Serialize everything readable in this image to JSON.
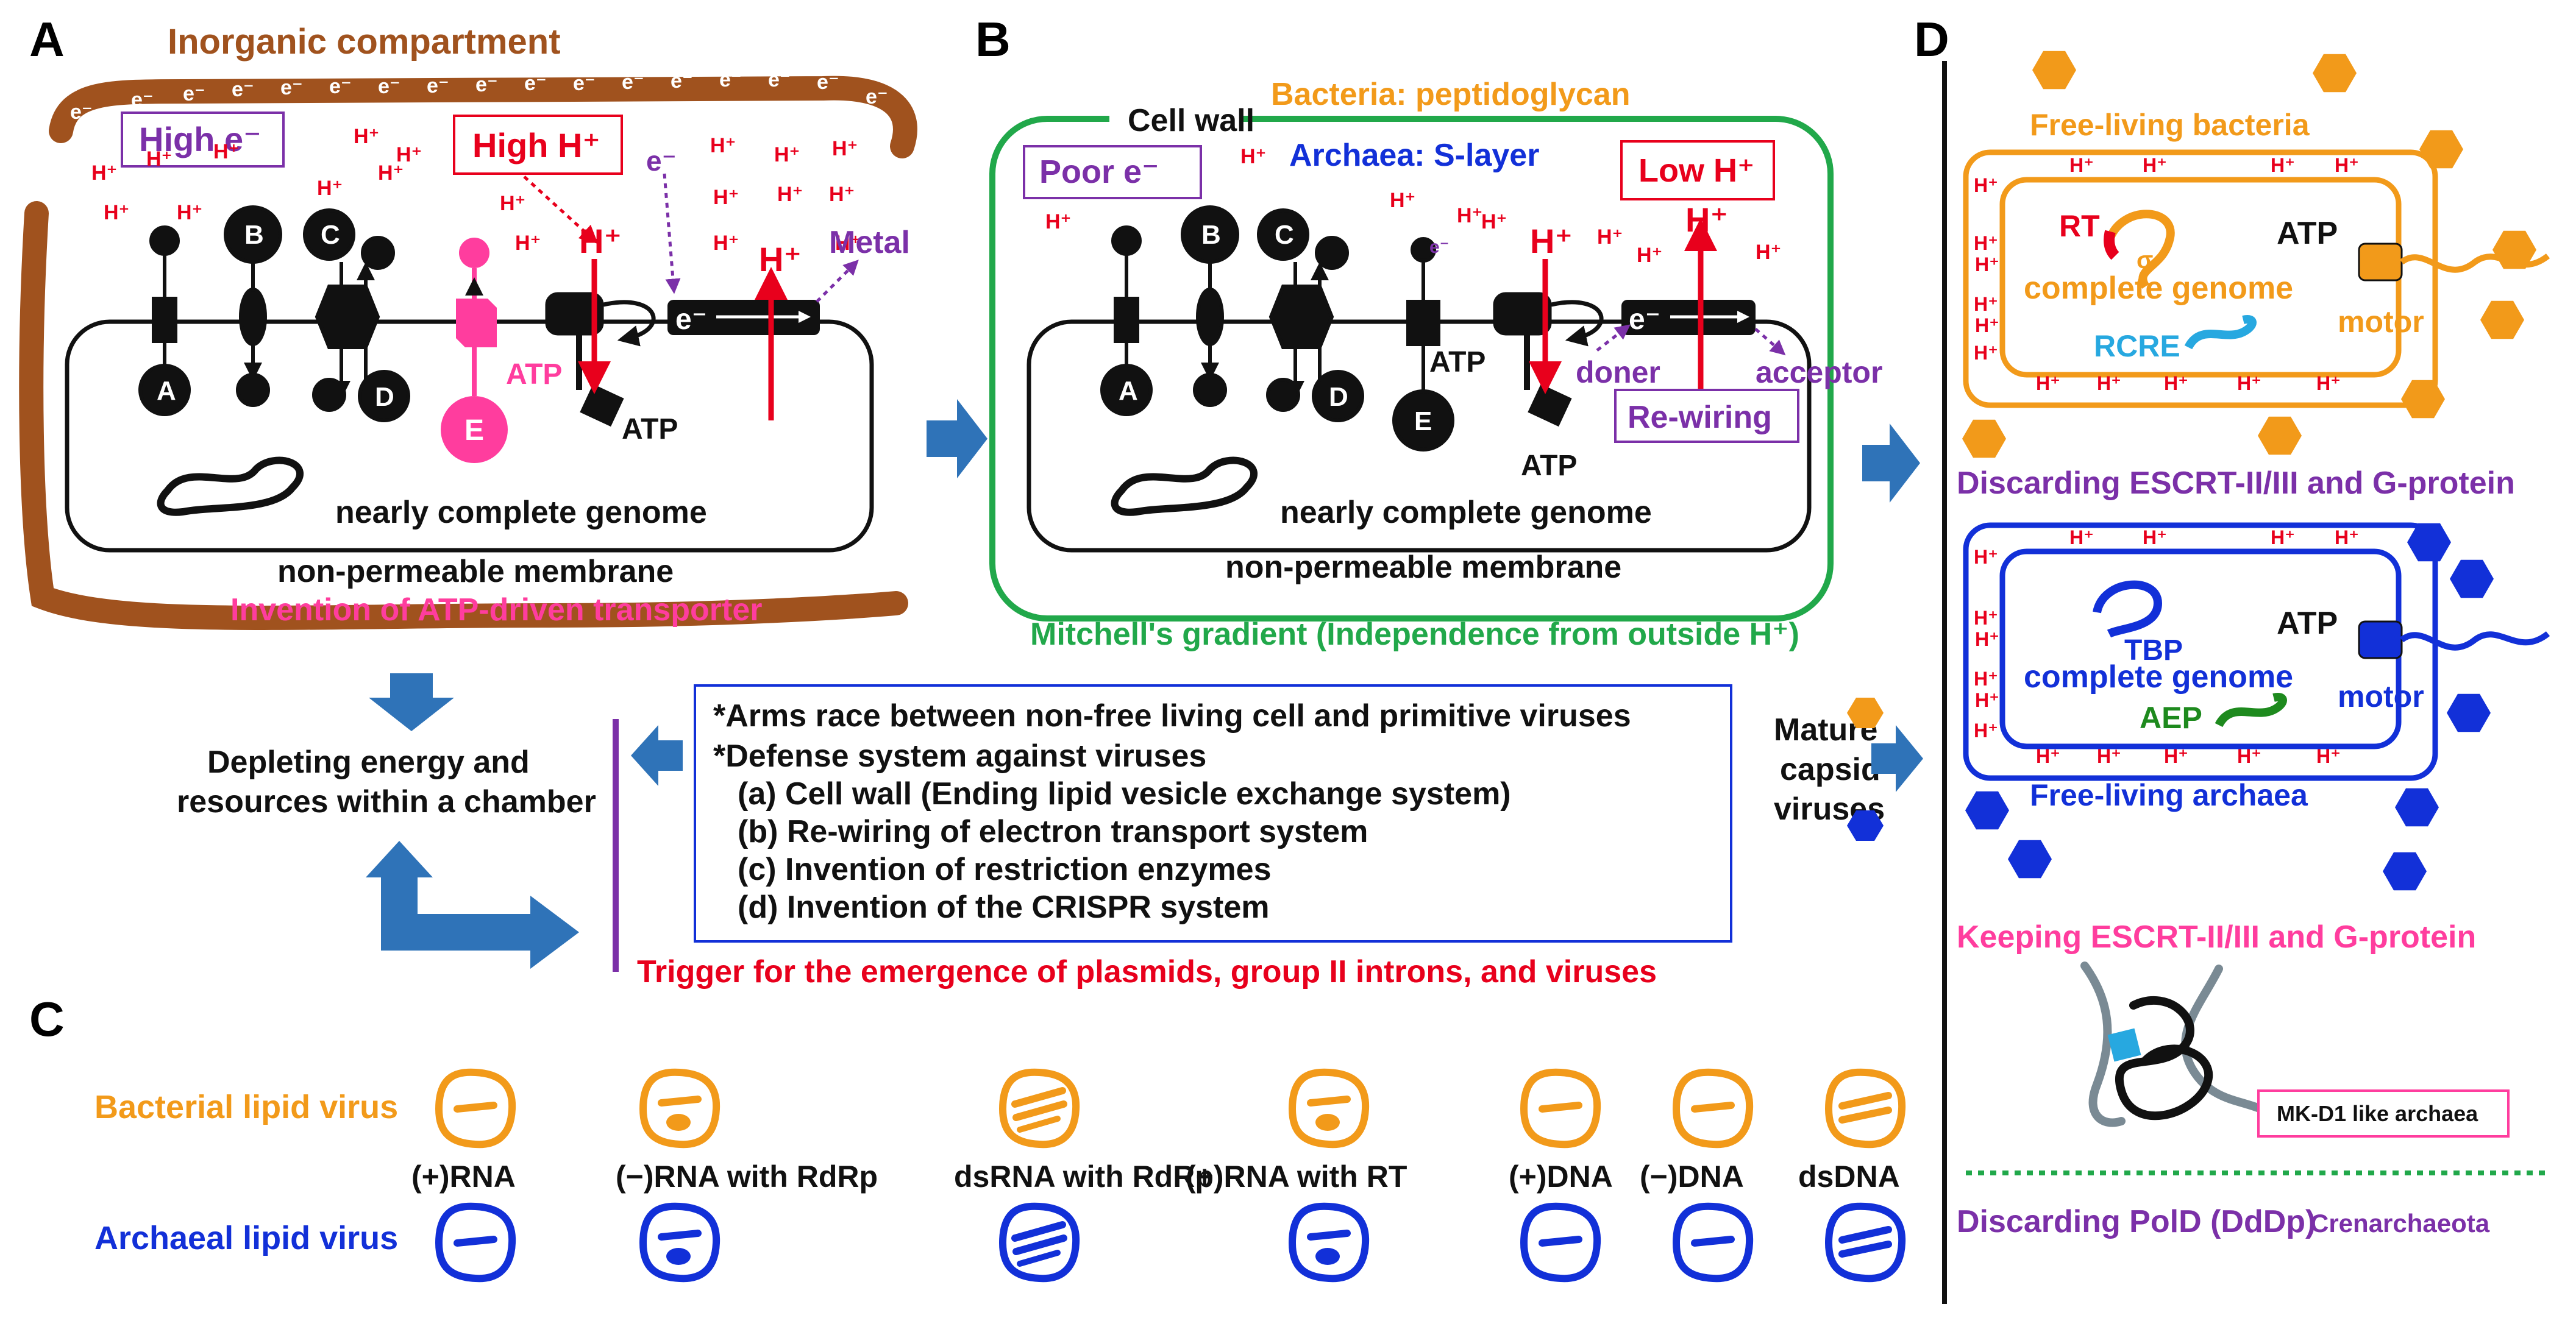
{
  "panels": {
    "a": "A",
    "b": "B",
    "c": "C",
    "d": "D"
  },
  "colors": {
    "brown": "#a0521e",
    "red": "#e8001c",
    "purple": "#7b30a8",
    "magenta": "#ff3d9e",
    "green": "#21a84a",
    "orange": "#f29a1a",
    "blue": "#1230d8",
    "arrow_blue": "#2f73b8",
    "cyan": "#27a8e0",
    "dark_green": "#1e8a1e"
  },
  "common": {
    "h_plus": "H⁺",
    "e_minus": "e⁻",
    "atp": "ATP"
  },
  "panel_a": {
    "inorganic": "Inorganic compartment",
    "high_e": "High e⁻",
    "high_h": "High H⁺",
    "metal": "Metal",
    "genome": "nearly complete genome",
    "membrane": "non-permeable membrane",
    "invention": "Invention of ATP-driven transporter",
    "proteins": {
      "a": "A",
      "b": "B",
      "c": "C",
      "d": "D",
      "e": "E"
    }
  },
  "panel_b": {
    "cell_wall": "Cell wall",
    "bacteria_wall": "Bacteria: peptidoglycan",
    "archaea_wall": "Archaea: S-layer",
    "poor_e": "Poor e⁻",
    "low_h": "Low H⁺",
    "doner": "doner",
    "acceptor": "acceptor",
    "rewiring": "Re-wiring",
    "genome": "nearly complete genome",
    "membrane": "non-permeable membrane",
    "mitchell": "Mitchell's gradient (Independence from outside H⁺)",
    "proteins": {
      "a": "A",
      "b": "B",
      "c": "C",
      "d": "D",
      "e": "E"
    }
  },
  "middle": {
    "depleting": [
      "Depleting energy and",
      "resources within a chamber"
    ],
    "box_lines": [
      "*Arms race between non-free living cell and primitive viruses",
      "*Defense system against viruses",
      "(a) Cell wall (Ending lipid vesicle exchange system)",
      "(b) Re-wiring of electron transport system",
      "(c) Invention of restriction enzymes",
      "(d) Invention of the CRISPR system"
    ],
    "mature": [
      "Mature",
      "capsid",
      "viruses"
    ],
    "trigger": "Trigger for the emergence of plasmids, group II introns, and viruses"
  },
  "panel_c": {
    "bacterial": "Bacterial lipid virus",
    "archaeal": "Archaeal  lipid virus",
    "types": [
      "(+)RNA",
      "(−)RNA with RdRp",
      "dsRNA with RdRp",
      "(+)RNA with RT",
      "(+)DNA",
      "(−)DNA",
      "dsDNA"
    ]
  },
  "panel_d": {
    "free_bacteria": "Free-living bacteria",
    "rt": "RT",
    "sigma": "σ",
    "complete_genome": "complete genome",
    "rcre": "RCRE",
    "motor": "motor",
    "discard_escrt": "Discarding ESCRT-II/III and G-protein",
    "tbp": "TBP",
    "aep": "AEP",
    "free_archaea": "Free-living archaea",
    "keeping": "Keeping ESCRT-II/III and G-protein",
    "mk": "MK-D1 like archaea",
    "discard_pold": "Discarding PolD (DdDp)",
    "crenarchaeota": "Crenarchaeota"
  }
}
